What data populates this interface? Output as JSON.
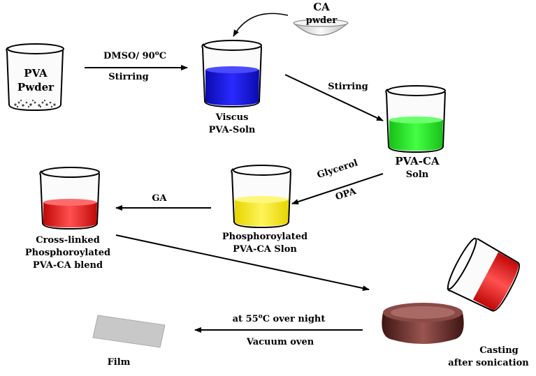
{
  "diagram": {
    "steps": {
      "pva_powder": {
        "line1": "PVA",
        "line2": "Pwder"
      },
      "ca_powder": {
        "line1": "CA",
        "line2": "pwder"
      },
      "viscous": {
        "line1": "Viscus",
        "line2": "PVA-Soln"
      },
      "pva_ca": {
        "line1": "PVA-CA",
        "line2": "Soln"
      },
      "phos": {
        "line1": "Phosphoroylated",
        "line2": "PVA-CA Slon"
      },
      "crosslinked": {
        "line1": "Cross-linked",
        "line2": "Phosphoroylated",
        "line3": "PVA-CA blend"
      },
      "casting": {
        "line1": "Casting",
        "line2": "after sonication"
      },
      "film": {
        "line1": "Film"
      }
    },
    "arrows": {
      "a1": {
        "top": "DMSO/ 90",
        "top_sup": "o",
        "top_end": "C",
        "bottom": "Stirring"
      },
      "a2": {
        "top": "Stirring"
      },
      "a3": {
        "top": "Glycerol",
        "bottom": "OPA"
      },
      "a4": {
        "top": "GA"
      },
      "a6": {
        "top": "at 55",
        "top_sup": "o",
        "top_end": "C over night",
        "bottom": "Vacuum oven"
      }
    },
    "colors": {
      "blue_solution": "#1a1aff",
      "green_solution": "#22ee22",
      "yellow_solution": "#ffee00",
      "red_solution": "#ee1111",
      "dish": "#6b2a26",
      "film": "#c8c8c8",
      "powder_bowl": "#e8e8e8"
    }
  }
}
